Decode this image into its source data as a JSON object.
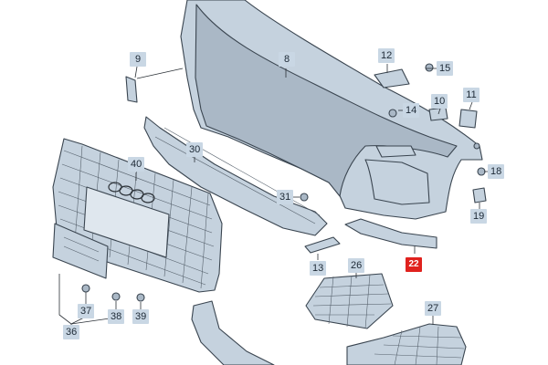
{
  "diagram": {
    "labels": {
      "p8": "8",
      "p9": "9",
      "p10": "10",
      "p11": "11",
      "p12": "12",
      "p13": "13",
      "p14": "14",
      "p15": "15",
      "p18": "18",
      "p19": "19",
      "p22": "22",
      "p26": "26",
      "p27": "27",
      "p30": "30",
      "p31": "31",
      "p36": "36",
      "p37": "37",
      "p38": "38",
      "p39": "39",
      "p40": "40"
    },
    "highlight_color": "#e0221e",
    "label_color": "#c9d7e4"
  }
}
